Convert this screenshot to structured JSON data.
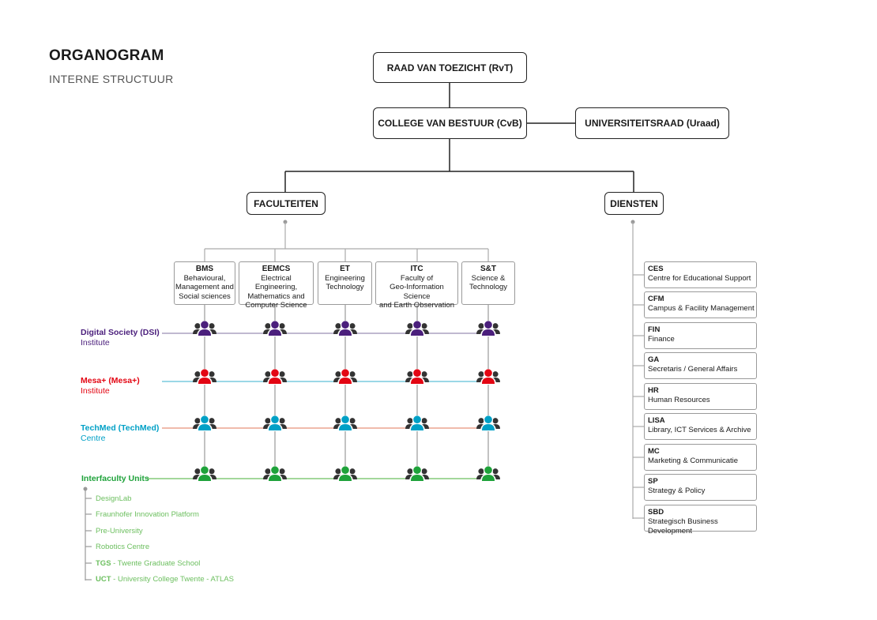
{
  "header": {
    "title": "ORGANOGRAM",
    "subtitle": "INTERNE STRUCTUUR"
  },
  "top": {
    "rvt": "RAAD VAN TOEZICHT (RvT)",
    "cvb": "COLLEGE VAN BESTUUR (CvB)",
    "uraad": "UNIVERSITEITSRAAD (Uraad)",
    "faculteiten": "FACULTEITEN",
    "diensten": "DIENSTEN"
  },
  "faculties": [
    {
      "code": "BMS",
      "l1": "Behavioural,",
      "l2": "Management and",
      "l3": "Social sciences"
    },
    {
      "code": "EEMCS",
      "l1": "Electrical Engineering,",
      "l2": "Mathematics and",
      "l3": "Computer Science"
    },
    {
      "code": "ET",
      "l1": "Engineering",
      "l2": "Technology",
      "l3": ""
    },
    {
      "code": "ITC",
      "l1": "Faculty of",
      "l2": "Geo-Information Science",
      "l3": "and Earth Observation"
    },
    {
      "code": "S&T",
      "l1": "Science &",
      "l2": "Technology",
      "l3": ""
    }
  ],
  "institutes": [
    {
      "name": "Digital Society (DSI)",
      "type": "Institute",
      "color": "#4b1f7c",
      "line": "#9b8fb3"
    },
    {
      "name": "Mesa+ (Mesa+)",
      "type": "Institute",
      "color": "#e30613",
      "line": "#5fc0d6"
    },
    {
      "name": "TechMed (TechMed)",
      "type": "Centre",
      "color": "#00a0c6",
      "line": "#e8927a"
    },
    {
      "name": "Interfaculty Units",
      "type": "",
      "color": "#1ea23a",
      "line": "#6cbf5f"
    }
  ],
  "interfaculty_units": [
    {
      "bold": "",
      "text": "DesignLab"
    },
    {
      "bold": "",
      "text": "Fraunhofer Innovation Platform"
    },
    {
      "bold": "",
      "text": "Pre-University"
    },
    {
      "bold": "",
      "text": "Robotics Centre"
    },
    {
      "bold": "TGS",
      "text": " - Twente Graduate School"
    },
    {
      "bold": "UCT",
      "text": " - University College Twente - ATLAS"
    }
  ],
  "services": [
    {
      "code": "CES",
      "name": "Centre for Educational Support"
    },
    {
      "code": "CFM",
      "name": "Campus & Facility Management"
    },
    {
      "code": "FIN",
      "name": "Finance"
    },
    {
      "code": "GA",
      "name": "Secretaris / General Affairs"
    },
    {
      "code": "HR",
      "name": "Human Resources"
    },
    {
      "code": "LISA",
      "name": "Library, ICT Services & Archive"
    },
    {
      "code": "MC",
      "name": "Marketing & Communicatie"
    },
    {
      "code": "SP",
      "name": "Strategy & Policy"
    },
    {
      "code": "SBD",
      "name": "Strategisch Business Development"
    }
  ],
  "icons": {
    "people": "people-group-icon"
  }
}
